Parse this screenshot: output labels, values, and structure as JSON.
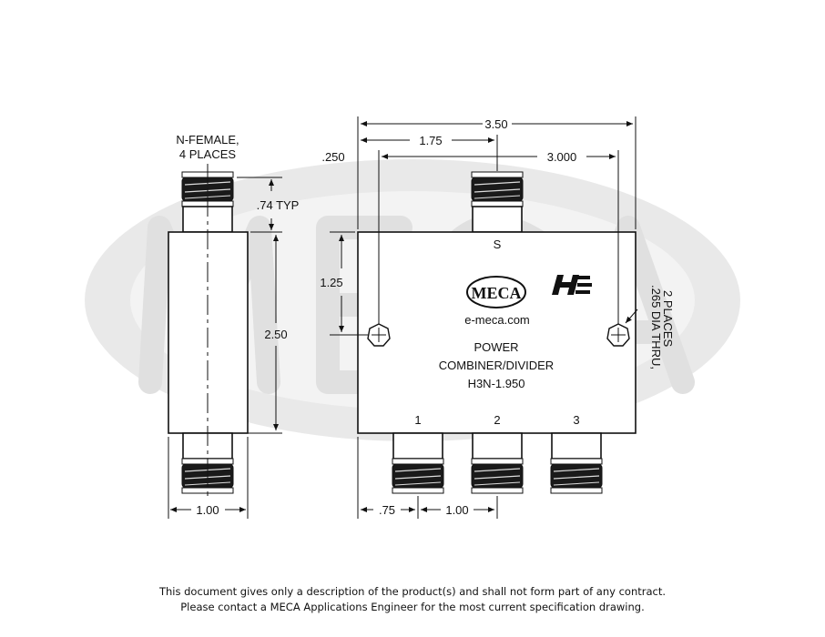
{
  "notes": {
    "connector": [
      "N-FEMALE,",
      "4 PLACES"
    ],
    "hole_note": [
      ".265 DIA THRU,",
      "2 PLACES"
    ]
  },
  "dimensions": {
    "connector_height": ".74 TYP",
    "body_height": "2.50",
    "side_width": "1.00",
    "overall_width": "3.50",
    "center_offset": "1.75",
    "hole_spacing": "3.000",
    "hole_edge_offset": ".250",
    "hole_height": "1.25",
    "port1_offset": ".75",
    "port_spacing": "1.00"
  },
  "labels": {
    "port_s": "S",
    "port_1": "1",
    "port_2": "2",
    "port_3": "3",
    "website": "e-meca.com",
    "product_line1": "POWER",
    "product_line2": "COMBINER/DIVIDER",
    "model": "H3N-1.950",
    "logo": "MECA"
  },
  "footer": {
    "line1": "This document gives only a description of the product(s) and shall not form part of any contract.",
    "line2": "Please contact a MECA Applications Engineer for the most current specification drawing."
  }
}
